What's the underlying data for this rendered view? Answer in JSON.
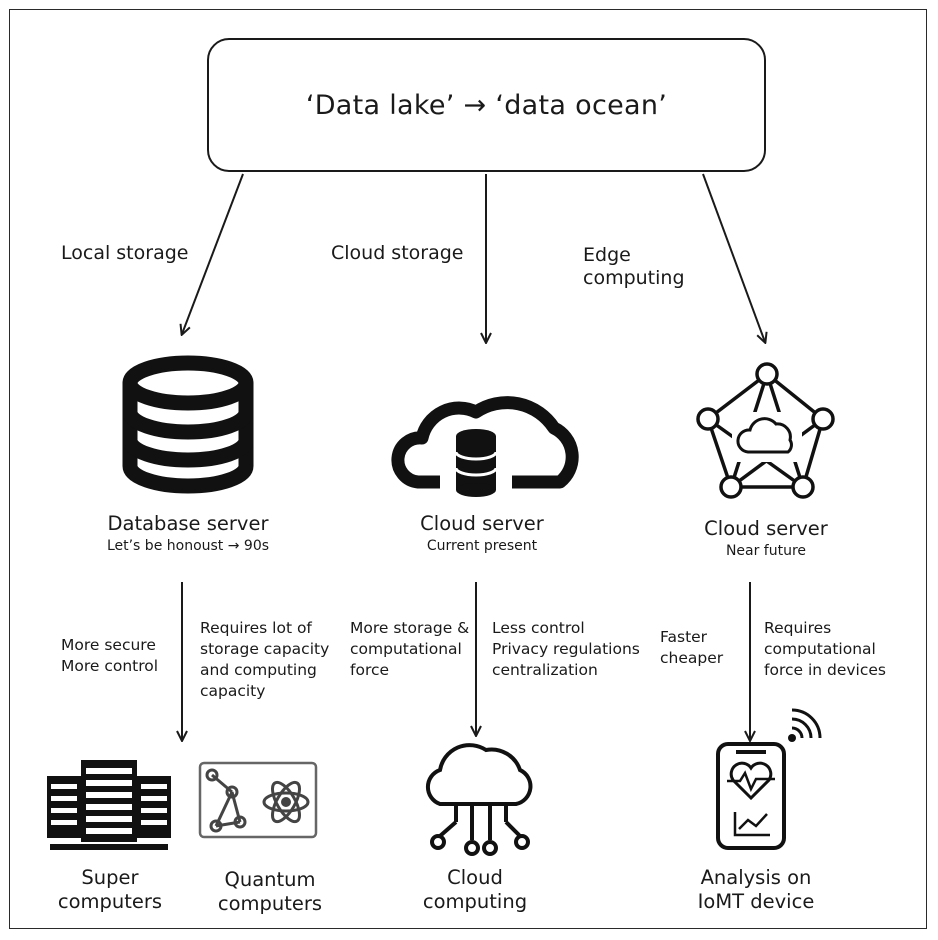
{
  "title": "‘Data lake’ → ‘data ocean’",
  "branches": [
    {
      "label": "Local storage"
    },
    {
      "label": "Cloud storage"
    },
    {
      "label_lines": [
        "Edge",
        "computing"
      ]
    }
  ],
  "nodes": [
    {
      "title": "Database server",
      "subtitle": "Let’s be honoust → 90s",
      "icon": "database-icon"
    },
    {
      "title": "Cloud server",
      "subtitle": "Current present",
      "icon": "cloud-database-icon"
    },
    {
      "title": "Cloud server",
      "subtitle": "Near future",
      "icon": "edge-network-icon"
    }
  ],
  "pros_cons": [
    {
      "left": [
        "More secure",
        "More control"
      ],
      "right": [
        "Requires lot of",
        "storage capacity",
        "and computing",
        "capacity"
      ]
    },
    {
      "left": [
        "More storage &",
        "computational",
        "force"
      ],
      "right": [
        "Less control",
        "Privacy regulations",
        "centralization"
      ]
    },
    {
      "left": [
        "Faster",
        "cheaper"
      ],
      "right": [
        "Requires",
        "computational",
        "force in devices"
      ]
    }
  ],
  "outcomes": [
    {
      "lines": [
        "Super",
        "computers"
      ],
      "icon": "server-rack-icon"
    },
    {
      "lines": [
        "Quantum",
        "computers"
      ],
      "icon": "atom-icon"
    },
    {
      "lines": [
        "Cloud",
        "computing"
      ],
      "icon": "cloud-network-icon"
    },
    {
      "lines": [
        "Analysis on",
        "IoMT device"
      ],
      "icon": "mobile-heart-monitor-icon"
    }
  ]
}
